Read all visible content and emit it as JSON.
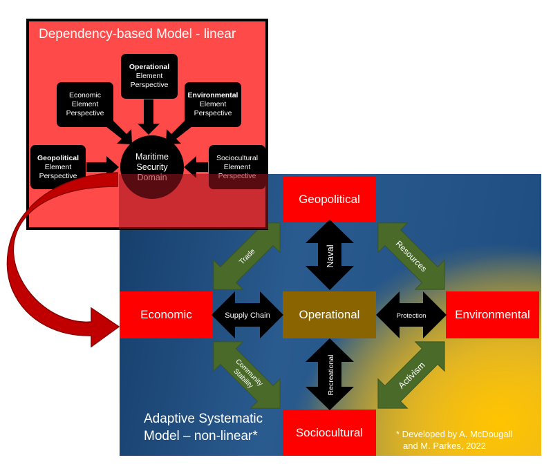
{
  "dependency_model": {
    "title": "Dependency-based Model - linear",
    "operational": {
      "line1": "Operational",
      "line2": "Element",
      "line3": "Perspective"
    },
    "economic": {
      "line1": "Economic",
      "line2": "Element",
      "line3": "Perspective"
    },
    "environmental": {
      "line1": "Environmental",
      "line2": "Element",
      "line3": "Perspective"
    },
    "geopolitical": {
      "line1": "Geopolitical",
      "line2": "Element",
      "line3": "Perspective"
    },
    "sociocultural": {
      "line1": "Sociocultural",
      "line2": "Element",
      "line3": "Perspective"
    },
    "center": {
      "line1": "Maritime",
      "line2": "Security",
      "line3": "Domain"
    }
  },
  "adaptive_model": {
    "title_line1": "Adaptive Systematic",
    "title_line2": "Model – non-linear*",
    "geopolitical": "Geopolitical",
    "economic": "Economic",
    "operational": "Operational",
    "environmental": "Environmental",
    "sociocultural": "Sociocultural",
    "links": {
      "naval": "Naval",
      "supply_chain": "Supply Chain",
      "protection": "Protection",
      "recreational": "Recreational",
      "trade": "Trade",
      "resources": "Resources",
      "community_line1": "Community",
      "community_line2": "Stability",
      "activism": "Activism"
    },
    "credit_line1": "* Developed by A. McDougall",
    "credit_line2": "and M. Parkes, 2022"
  },
  "colors": {
    "red": "#ff0000",
    "dependency_bg": "#ff4a4a",
    "operational": "#8a6400",
    "green_arrow": "#4a6a2a",
    "dark_red_arrow": "#c00000"
  }
}
